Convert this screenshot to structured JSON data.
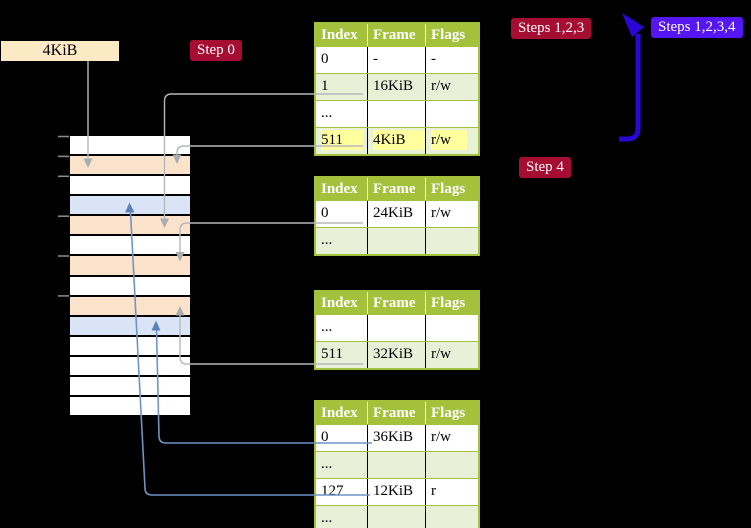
{
  "labels": {
    "page_size_box": "4KiB",
    "step0": "Step 0",
    "steps123": "Steps 1,2,3",
    "steps1234": "Steps 1,2,3,4",
    "step4": "Step 4"
  },
  "tables": [
    {
      "headers": [
        "Index",
        "Frame",
        "Flags"
      ],
      "rows": [
        {
          "cells": [
            "0",
            "-",
            "-"
          ],
          "shade": false,
          "highlight": false
        },
        {
          "cells": [
            "1",
            "16KiB",
            "r/w"
          ],
          "shade": true,
          "highlight": false
        },
        {
          "cells": [
            "...",
            "",
            ""
          ],
          "shade": false,
          "highlight": false
        },
        {
          "cells": [
            "511",
            "4KiB",
            "r/w"
          ],
          "shade": true,
          "highlight": true
        }
      ]
    },
    {
      "headers": [
        "Index",
        "Frame",
        "Flags"
      ],
      "rows": [
        {
          "cells": [
            "0",
            "24KiB",
            "r/w"
          ],
          "shade": false,
          "highlight": false
        },
        {
          "cells": [
            "...",
            "",
            ""
          ],
          "shade": true,
          "highlight": false
        }
      ]
    },
    {
      "headers": [
        "Index",
        "Frame",
        "Flags"
      ],
      "rows": [
        {
          "cells": [
            "...",
            "",
            ""
          ],
          "shade": false,
          "highlight": false
        },
        {
          "cells": [
            "511",
            "32KiB",
            "r/w"
          ],
          "shade": true,
          "highlight": false
        }
      ]
    },
    {
      "headers": [
        "Index",
        "Frame",
        "Flags"
      ],
      "rows": [
        {
          "cells": [
            "0",
            "36KiB",
            "r/w"
          ],
          "shade": false,
          "highlight": false
        },
        {
          "cells": [
            "...",
            "",
            ""
          ],
          "shade": true,
          "highlight": false
        },
        {
          "cells": [
            "127",
            "12KiB",
            "r"
          ],
          "shade": false,
          "highlight": false
        },
        {
          "cells": [
            "...",
            "",
            ""
          ],
          "shade": true,
          "highlight": false
        }
      ]
    }
  ],
  "memory_stack": {
    "rows": [
      {
        "color": "white"
      },
      {
        "color": "wheat"
      },
      {
        "color": "white"
      },
      {
        "color": "blue"
      },
      {
        "color": "wheat"
      },
      {
        "color": "white"
      },
      {
        "color": "wheat"
      },
      {
        "color": "white"
      },
      {
        "color": "wheat"
      },
      {
        "color": "blue"
      },
      {
        "color": "white"
      },
      {
        "color": "white"
      },
      {
        "color": "white"
      },
      {
        "color": "white"
      }
    ]
  },
  "colors": {
    "background": "#000000",
    "step_chip_red": "#a60d33",
    "step_chip_violet": "#5516f2",
    "table_header_olive": "#a4c13c",
    "table_row_green": "#e9f0d8",
    "highlight_yellow": "#ffff9e",
    "frame_wheat": "#fbe3cb",
    "frame_blue": "#d9e4f6",
    "source_box_wheat": "#fceac5",
    "connector_gray": "#b5b8bb",
    "connector_blue": "#6f93c5",
    "big_arrow_blue": "#2a07d8"
  }
}
